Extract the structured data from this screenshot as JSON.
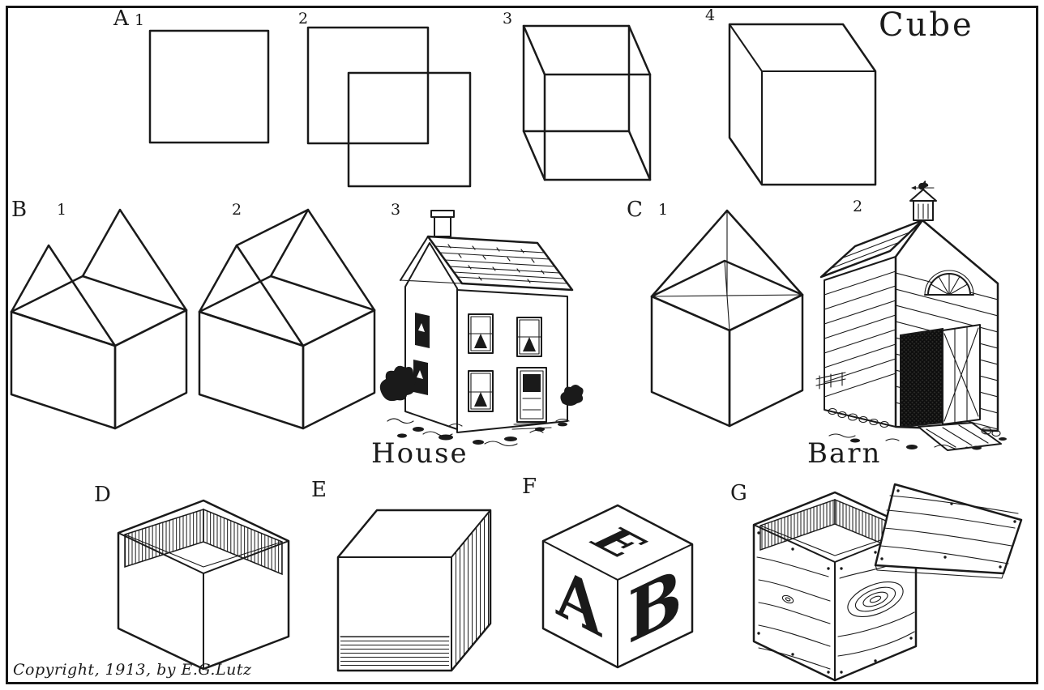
{
  "title": "Cube",
  "copyright": "Copyright, 1913, by E.G.Lutz",
  "sections": {
    "a": {
      "letter": "A",
      "step1": "1",
      "step2": "2",
      "step3": "3",
      "step4": "4"
    },
    "b": {
      "letter": "B",
      "step1": "1",
      "step2": "2",
      "step3": "3",
      "caption": "House"
    },
    "c": {
      "letter": "C",
      "step1": "1",
      "step2": "2",
      "caption": "Barn"
    },
    "d": {
      "letter": "D"
    },
    "e": {
      "letter": "E"
    },
    "f": {
      "letter": "F",
      "block": {
        "top": "E",
        "left": "A",
        "front": "B"
      }
    },
    "g": {
      "letter": "G"
    }
  },
  "colors": {
    "ink": "#1a1a1a",
    "paper": "#ffffff"
  }
}
